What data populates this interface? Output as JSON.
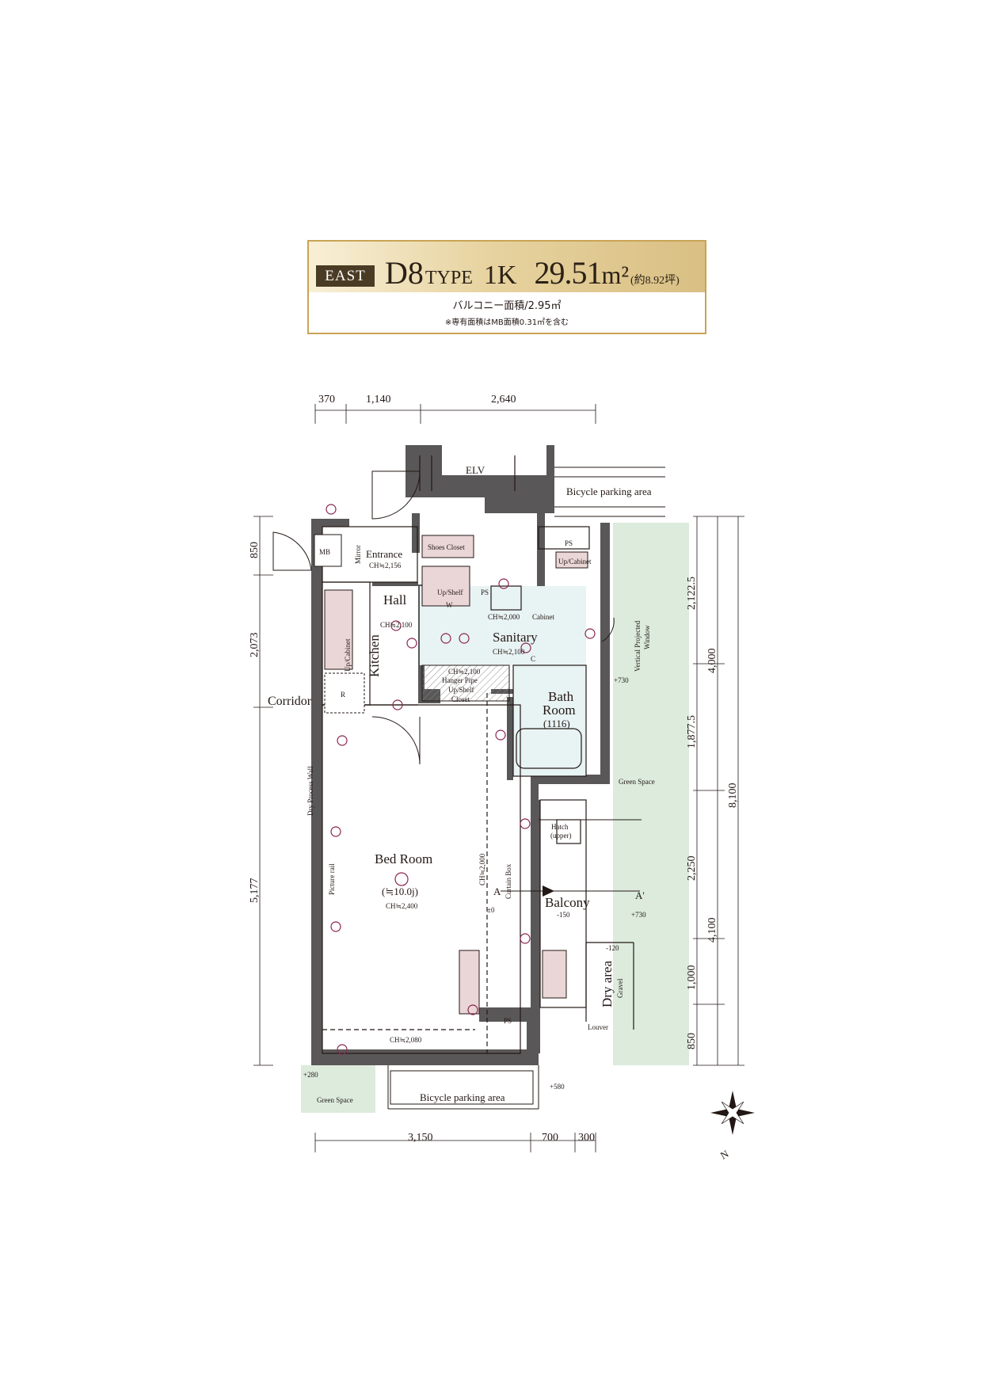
{
  "header": {
    "side": "EAST",
    "type_code": "D8",
    "type_label": "TYPE",
    "layout": "1K",
    "area": "29.51",
    "area_unit": "m²",
    "tsubo": "(約8.92坪)",
    "balcony_area": "バルコニー面積/2.95㎡",
    "note": "※専有面積はMB面積0.31㎡を含む"
  },
  "dimensions": {
    "top": [
      "370",
      "1,140",
      "2,640"
    ],
    "bottom": [
      "3,150",
      "700",
      "300"
    ],
    "left": [
      "850",
      "2,073",
      "5,177"
    ],
    "right_inner": [
      "2,122.5",
      "1,877.5",
      "2,250",
      "1,000",
      "850"
    ],
    "right_mid": [
      "4,000",
      "4,100"
    ],
    "right_outer": "8,100"
  },
  "rooms": {
    "bed_room": "Bed Room",
    "bed_room_size": "(≒10.0j)",
    "bed_room_ch": "CH≒2,400",
    "bed_room_ch_bottom": "CH≒2,080",
    "sanitary": "Sanitary",
    "sanitary_ch": "CH≒2,100",
    "bath_room_1": "Bath",
    "bath_room_2": "Room",
    "bath_room_size": "(1116)",
    "kitchen": "Kitchen",
    "hall": "Hall",
    "hall_ch": "CH≒2,100",
    "entrance": "Entrance",
    "entrance_ch": "CH≒2,156",
    "balcony": "Balcony",
    "corridor": "Corridor",
    "elv": "ELV",
    "dry_area": "Dry area",
    "gravel": "Gravel",
    "green_space": "Green Space",
    "green_space_bottom": "Green Space",
    "bicycle_top": "Bicycle parking area",
    "bicycle_bottom": "Bicycle parking area",
    "dry_process_wall": "Dry Process Wall"
  },
  "fixtures": {
    "mb": "MB",
    "mirror": "Mirror",
    "shoes_closet": "Shoes Closet",
    "up_shelf": "Up/Shelf",
    "w": "W",
    "ps_1": "PS",
    "ps_2": "PS",
    "ps_3": "PS",
    "up_cabinet_1": "Up/Cabinet",
    "up_cabinet_2": "Up/Cabinet",
    "cabinet": "Cabinet",
    "cabinet_ch": "CH≒2,000",
    "closet_ch": "CH≒2,100",
    "hanger_pipe": "Hanger Pipe",
    "closet_shelf": "Up/Shelf",
    "closet": "Closet",
    "vertical_window_1": "Vertical Projected",
    "vertical_window_2": "Window",
    "hatch": "Hatch",
    "hatch_upper": "(upper)",
    "curtain_box": "Curtain Box",
    "curtain_ch": "CH≒2,000",
    "picture_rail": "Picture rail",
    "louver": "Louver",
    "section_a": "A",
    "section_a_prime": "A'",
    "r_mark": "R",
    "c_mark": "C"
  },
  "levels": [
    "+730",
    "+730",
    "±0",
    "-150",
    "-120",
    "+280",
    "+580"
  ],
  "colors": {
    "wall": "#595757",
    "gold": "#c9a455",
    "badge": "#4a3b24",
    "green_space": "#dcebdc",
    "wet_area": "#e8f3f3",
    "pink_fixture": "#ead6d6",
    "symbol": "#8a2451"
  }
}
